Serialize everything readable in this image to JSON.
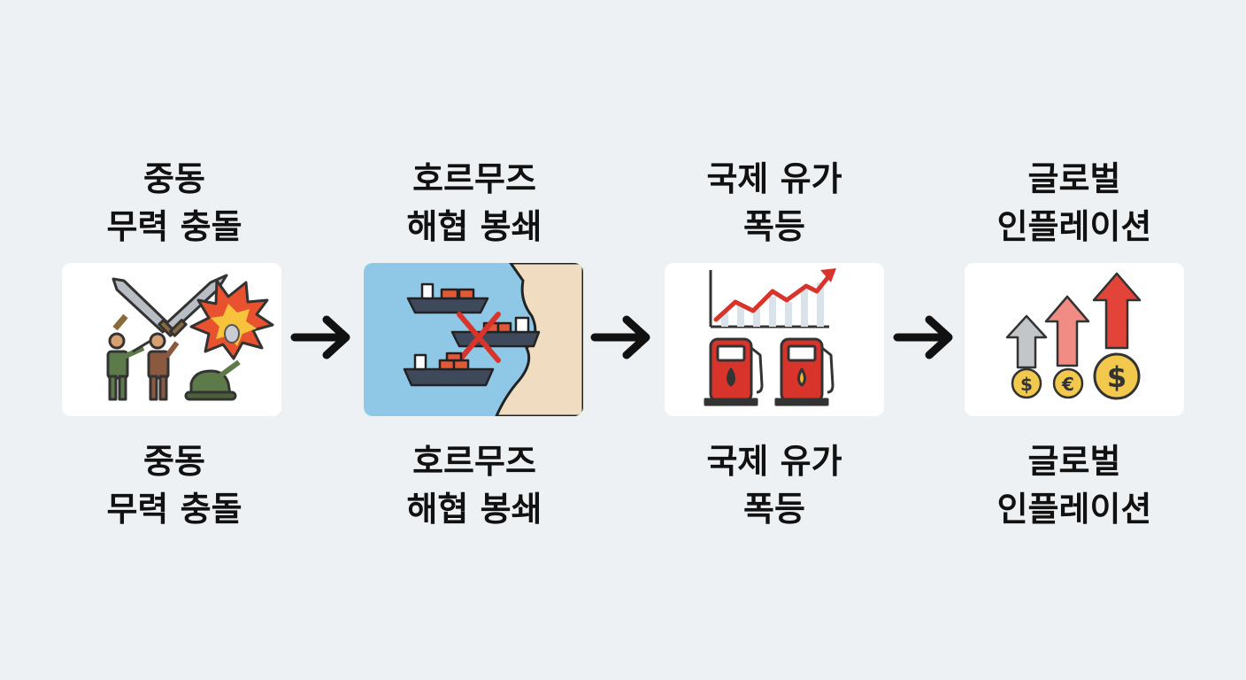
{
  "steps": [
    {
      "line1": "중동",
      "line2": "무력 충돌",
      "icon": "conflict-icon"
    },
    {
      "line1": "호르무즈",
      "line2": "해협 봉쇄",
      "icon": "strait-blockade-icon"
    },
    {
      "line1": "국제 유가",
      "line2": "폭등",
      "icon": "oil-price-surge-icon"
    },
    {
      "line1": "글로벌",
      "line2": "인플레이션",
      "icon": "inflation-icon"
    }
  ],
  "currency_symbols": [
    "$",
    "€",
    "$"
  ],
  "colors": {
    "background": "#eef1f3",
    "card": "#ffffff",
    "sea": "#8ec8e6",
    "land": "#f0dcc0",
    "alert_red": "#d9342b",
    "coin_gold": "#f2c94c",
    "soldier_green": "#5c7a4a"
  }
}
